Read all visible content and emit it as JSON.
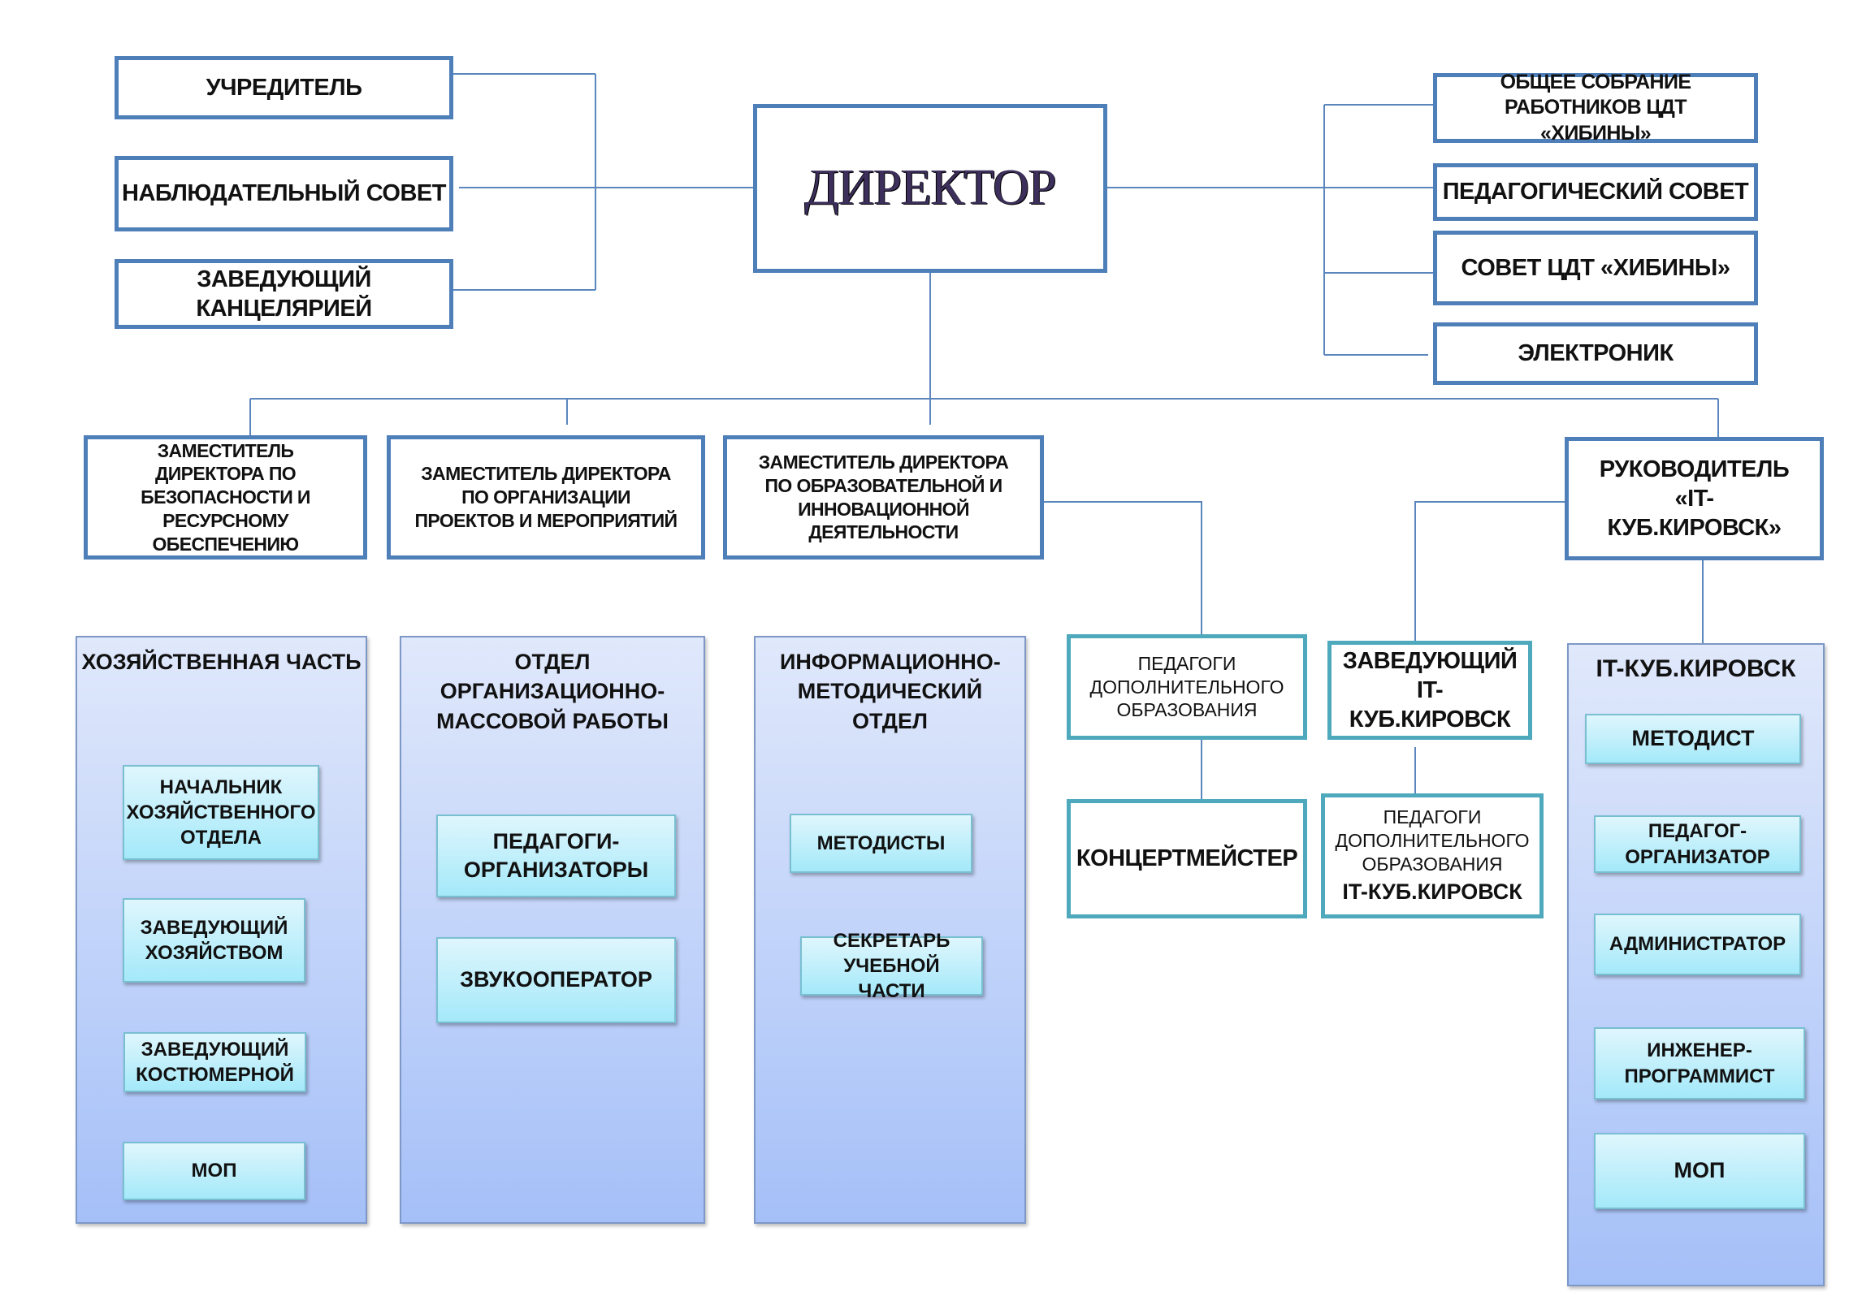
{
  "director": {
    "label": "ДИРЕКТОР"
  },
  "left_bodies": [
    {
      "label": "УЧРЕДИТЕЛЬ"
    },
    {
      "label": "НАБЛЮДАТЕЛЬНЫЙ СОВЕТ"
    },
    {
      "label": "ЗАВЕДУЮЩИЙ КАНЦЕЛЯРИЕЙ"
    }
  ],
  "right_bodies": [
    {
      "label": "ОБЩЕЕ СОБРАНИЕ РАБОТНИКОВ ЦДТ «ХИБИНЫ»"
    },
    {
      "label": "ПЕДАГОГИЧЕСКИЙ СОВЕТ"
    },
    {
      "label": "СОВЕТ ЦДТ «ХИБИНЫ»"
    },
    {
      "label": "ЭЛЕКТРОНИК"
    }
  ],
  "deputies": [
    {
      "label": "ЗАМЕСТИТЕЛЬ ДИРЕКТОРА ПО БЕЗОПАСНОСТИ И РЕСУРСНОМУ ОБЕСПЕЧЕНИЮ"
    },
    {
      "label": "ЗАМЕСТИТЕЛЬ ДИРЕКТОРА ПО ОРГАНИЗАЦИИ ПРОЕКТОВ И МЕРОПРИЯТИЙ"
    },
    {
      "label": "ЗАМЕСТИТЕЛЬ ДИРЕКТОРА ПО ОБРАЗОВАТЕЛЬНОЙ И ИННОВАЦИОННОЙ ДЕЯТЕЛЬНОСТИ"
    },
    {
      "label": "РУКОВОДИТЕЛЬ «IT-КУБ.КИРОВСК»"
    }
  ],
  "departments": [
    {
      "title": "ХОЗЯЙСТВЕННАЯ ЧАСТЬ",
      "items": [
        "НАЧАЛЬНИК ХОЗЯЙСТВЕННОГО ОТДЕЛА",
        "ЗАВЕДУЮЩИЙ ХОЗЯЙСТВОМ",
        "ЗАВЕДУЮЩИЙ КОСТЮМЕРНОЙ",
        "МОП"
      ]
    },
    {
      "title": "ОТДЕЛ ОРГАНИЗАЦИОННО-МАССОВОЙ РАБОТЫ",
      "items": [
        "ПЕДАГОГИ-ОРГАНИЗАТОРЫ",
        "ЗВУКООПЕРАТОР"
      ]
    },
    {
      "title": "ИНФОРМАЦИОННО-МЕТОДИЧЕСКИЙ ОТДЕЛ",
      "items": [
        "МЕТОДИСТЫ",
        "СЕКРЕТАРЬ УЧЕБНОЙ ЧАСТИ"
      ]
    },
    {
      "title": "IT-КУБ.КИРОВСК",
      "items": [
        "МЕТОДИСТ",
        "ПЕДАГОГ-ОРГАНИЗАТОР",
        "АДМИНИСТРАТОР",
        "ИНЖЕНЕР-ПРОГРАММИСТ",
        "МОП"
      ]
    }
  ],
  "education_branch": {
    "teachers": "ПЕДАГОГИ ДОПОЛНИТЕЛЬНОГО ОБРАЗОВАНИЯ",
    "accompanist": "КОНЦЕРТМЕЙСТЕР"
  },
  "it_branch": {
    "head": "ЗАВЕДУЮЩИЙ IT-КУБ.КИРОВСК",
    "teachers_line1": "ПЕДАГОГИ ДОПОЛНИТЕЛЬНОГО ОБРАЗОВАНИЯ",
    "teachers_line2": "IT-КУБ.КИРОВСК"
  },
  "colors": {
    "box_border": "#4f7fb9",
    "teal_border": "#4fa9bd",
    "connector": "#5b86bd",
    "panel_top": "#e0e8fb",
    "panel_bottom": "#a5c0f8",
    "inner_top": "#dff6fd",
    "inner_bottom": "#a4e9f9"
  }
}
